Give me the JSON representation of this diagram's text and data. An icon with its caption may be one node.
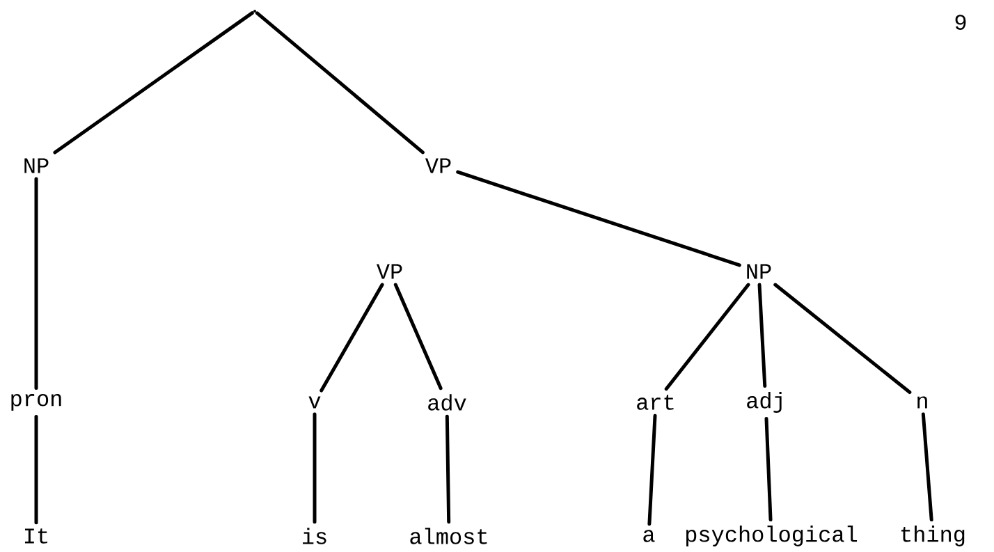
{
  "diagram": {
    "nodes": [
      {
        "text": [],
        "shape": "point"
      },
      {
        "text": [
          "NP"
        ]
      },
      {
        "text": [
          "VP"
        ]
      },
      {
        "text": [
          "VP"
        ]
      },
      {
        "text": [
          "NP"
        ]
      },
      {
        "text": [
          "pron"
        ]
      },
      {
        "text": [
          "v"
        ]
      },
      {
        "text": [
          "adv"
        ]
      },
      {
        "text": [
          "art"
        ]
      },
      {
        "text": [
          "adj"
        ]
      },
      {
        "text": [
          "n"
        ]
      },
      {
        "text": [
          "It"
        ]
      },
      {
        "text": [
          "is"
        ]
      },
      {
        "text": [
          "almost"
        ]
      },
      {
        "text": [
          "a"
        ]
      },
      {
        "text": [
          "psychological"
        ]
      },
      {
        "text": [
          "thing"
        ]
      }
    ],
    "edges": [
      {
        "from": 0,
        "to": 1,
        "arrow": "none"
      },
      {
        "from": 0,
        "to": 2,
        "arrow": "none"
      },
      {
        "from": 2,
        "to": 4,
        "arrow": "none"
      },
      {
        "from": 1,
        "to": 5,
        "arrow": "none"
      },
      {
        "from": 5,
        "to": 11,
        "arrow": "none"
      },
      {
        "from": 3,
        "to": 6,
        "arrow": "none"
      },
      {
        "from": 3,
        "to": 7,
        "arrow": "none"
      },
      {
        "from": 6,
        "to": 12,
        "arrow": "none"
      },
      {
        "from": 7,
        "to": 13,
        "arrow": "none"
      },
      {
        "from": 4,
        "to": 8,
        "arrow": "none"
      },
      {
        "from": 4,
        "to": 9,
        "arrow": "none"
      },
      {
        "from": 4,
        "to": 10,
        "arrow": "none"
      },
      {
        "from": 8,
        "to": 14,
        "arrow": "none"
      },
      {
        "from": 9,
        "to": 15,
        "arrow": "none"
      },
      {
        "from": 10,
        "to": 16,
        "arrow": "none"
      }
    ],
    "labels": [
      "9"
    ]
  }
}
